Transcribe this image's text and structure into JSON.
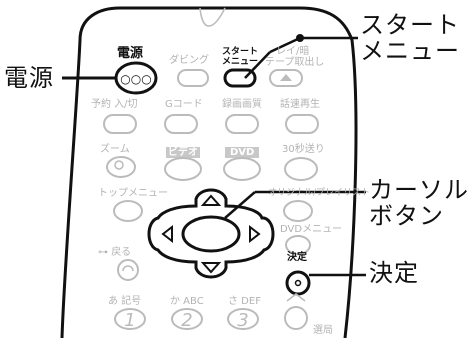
{
  "callouts": {
    "power": "電源",
    "start_menu": [
      "スタート",
      "メニュー"
    ],
    "cursor_buttons": [
      "カーソル",
      "ボタン"
    ],
    "enter": "決定"
  },
  "remote": {
    "power_label": "電源",
    "dubbing_label": "ダビング",
    "start_menu_label": [
      "スタート",
      "メニュー"
    ],
    "eject_label": [
      "レイ/暗",
      "テープ取出し"
    ],
    "timer_label": "予約 入/切",
    "gcode_label": "Gコード",
    "quality_label": "録画画質",
    "speed_play_label": "話速再生",
    "zoom_label": "ズーム",
    "video_label": "ビデオ",
    "dvd_label": "DVD",
    "skip30_label": "30秒送り",
    "top_menu_label": "トップメニュー",
    "playlist_label": "オリジナル/プレイリスト",
    "dvd_menu_label": "DVDメニュー",
    "back_label": "戻る",
    "enter_label": "決定",
    "key1_label": "あ 記号",
    "key2_label": "か ABC",
    "key3_label": "さ DEF",
    "num1": "1",
    "num2": "2",
    "num3": "3",
    "select_label": "選局",
    "power_button_text": "○○○"
  },
  "colors": {
    "outline": "#111111",
    "faded": "#bfbfbf",
    "badge_fill": "#c8c8c8",
    "badge_text": "#ffffff"
  }
}
